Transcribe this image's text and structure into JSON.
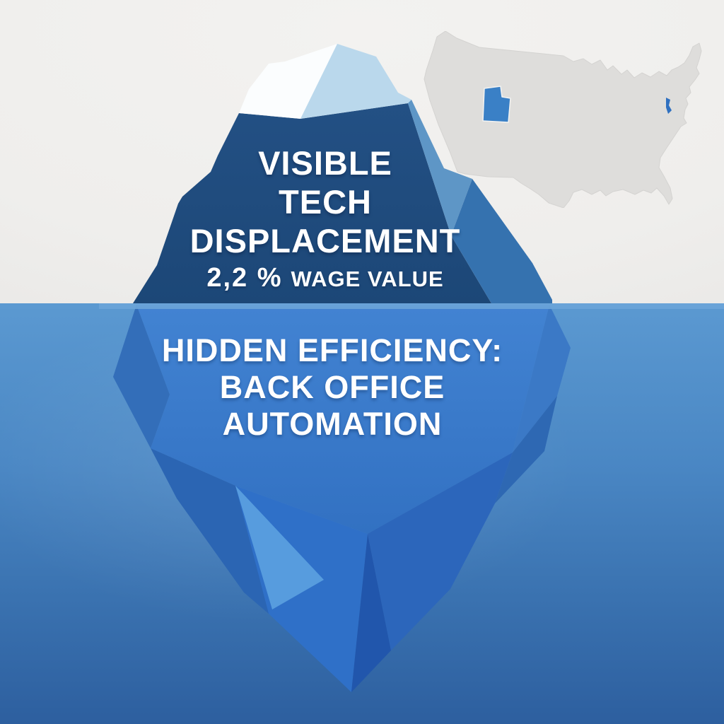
{
  "visible_section": {
    "title_line1": "VISIBLE",
    "title_line2": "TECH",
    "title_line3": "DISPLACEMENT",
    "stat_value": "2,2 %",
    "stat_label": "WAGE VALUE"
  },
  "hidden_section": {
    "title_line1": "HIDDEN EFFICIENCY:",
    "title_line2": "BACK OFFICE",
    "title_line3": "AUTOMATION"
  },
  "map": {
    "icon": "usa-map-silhouette",
    "highlighted_state": "utah-state-highlight",
    "land_color": "#dedddb",
    "highlight_color": "#3a80c6"
  },
  "colors": {
    "sky_background": "#f0efee",
    "iceberg_above_navy": "#1f4b7e",
    "iceberg_tip_white": "#fbfdfe",
    "iceberg_tip_lightblue": "#bad8ec",
    "iceberg_right_band": "#3572af",
    "iceberg_below_main": "#3f80cf",
    "iceberg_below_bright": "#579cde",
    "iceberg_below_dark": "#2156ac",
    "water_top": "#5b99d1",
    "water_bottom": "#2d5f9f",
    "waterline_highlight": "#6aa4d8",
    "text_color": "#ffffff"
  }
}
